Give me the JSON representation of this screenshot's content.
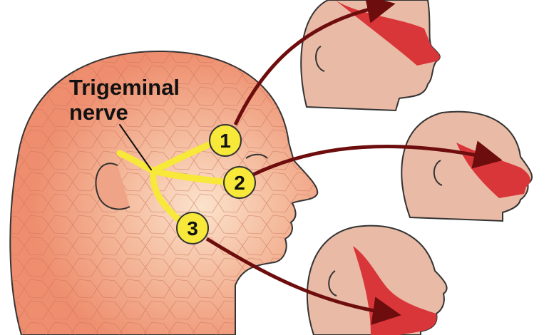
{
  "title": {
    "line1": "Trigeminal",
    "line2": "nerve"
  },
  "branches": [
    {
      "number": "1"
    },
    {
      "number": "2"
    },
    {
      "number": "3"
    }
  ],
  "colors": {
    "skin": "#f2a98a",
    "nerve": "#f7e83a",
    "region": "#d9363a",
    "arrow": "#6e0d0d",
    "small_head": "#e9bba6"
  }
}
